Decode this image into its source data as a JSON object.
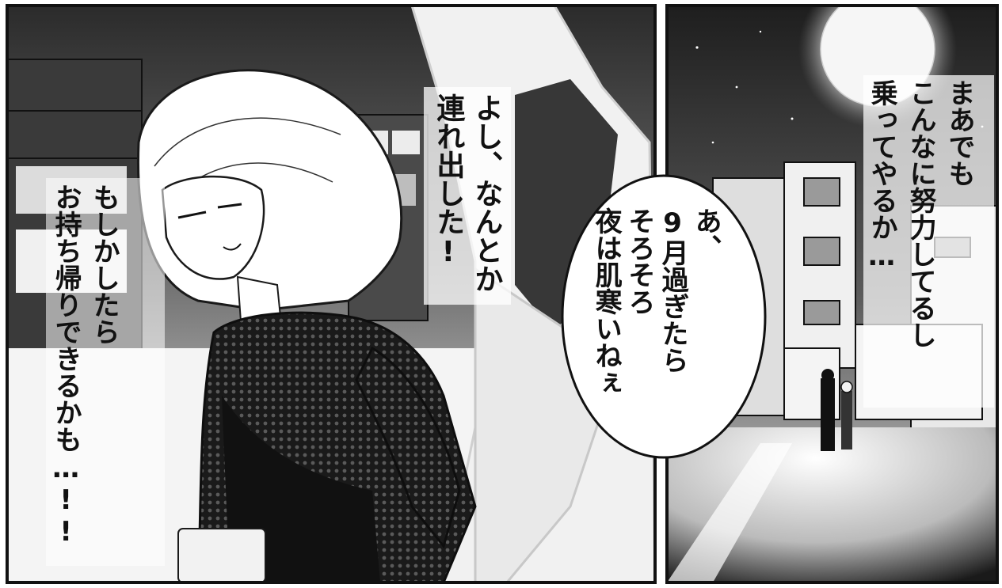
{
  "panels": {
    "left": {
      "narration": [
        "もしかしたら",
        "お持ち帰りできるかも…!!"
      ],
      "thought": [
        "よし、なんとか",
        "連れ出した!"
      ]
    },
    "right": {
      "caption": [
        "まあでも",
        "こんなに努力してるし",
        "乗ってやるか…"
      ],
      "speech": [
        "あ、",
        "9月過ぎたら",
        "そろそろ",
        "夜は肌寒いねぇ"
      ]
    }
  },
  "colors": {
    "ink": "#111111",
    "paper": "#ffffff",
    "night": "#2a2a2a",
    "dress": "#141414"
  }
}
